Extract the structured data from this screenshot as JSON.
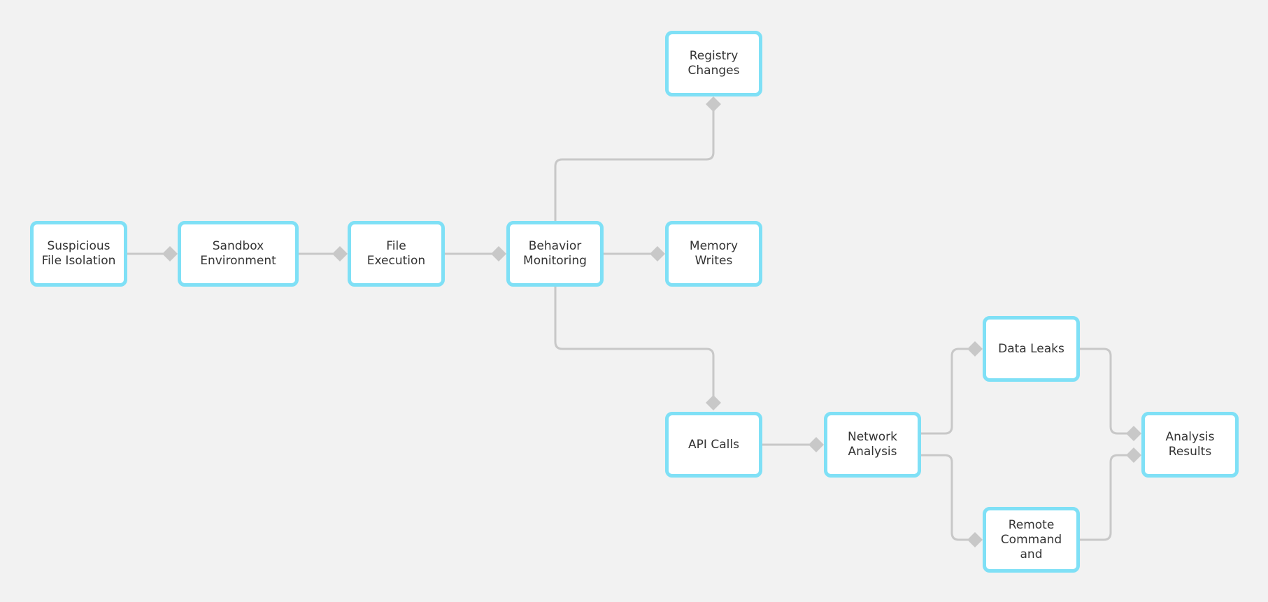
{
  "colors": {
    "background": "#f2f2f2",
    "node_border": "#7fe0f6",
    "node_fill": "#ffffff",
    "edge": "#c8c8c8",
    "text": "#333333"
  },
  "nodes": {
    "suspicious_file_isolation": "Suspicious File Isolation",
    "sandbox_environment": "Sandbox Environment",
    "file_execution": "File Execution",
    "behavior_monitoring": "Behavior Monitoring",
    "registry_changes": "Registry Changes",
    "memory_writes": "Memory Writes",
    "api_calls": "API Calls",
    "network_analysis": "Network Analysis",
    "data_leaks": "Data Leaks",
    "remote_command_and": "Remote Command and",
    "analysis_results": "Analysis Results"
  },
  "edges": [
    {
      "from": "Suspicious File Isolation",
      "to": "Sandbox Environment"
    },
    {
      "from": "Sandbox Environment",
      "to": "File Execution"
    },
    {
      "from": "File Execution",
      "to": "Behavior Monitoring"
    },
    {
      "from": "Behavior Monitoring",
      "to": "Registry Changes"
    },
    {
      "from": "Behavior Monitoring",
      "to": "Memory Writes"
    },
    {
      "from": "Behavior Monitoring",
      "to": "API Calls"
    },
    {
      "from": "API Calls",
      "to": "Network Analysis"
    },
    {
      "from": "Network Analysis",
      "to": "Data Leaks"
    },
    {
      "from": "Network Analysis",
      "to": "Remote Command and"
    },
    {
      "from": "Data Leaks",
      "to": "Analysis Results"
    },
    {
      "from": "Remote Command and",
      "to": "Analysis Results"
    }
  ]
}
